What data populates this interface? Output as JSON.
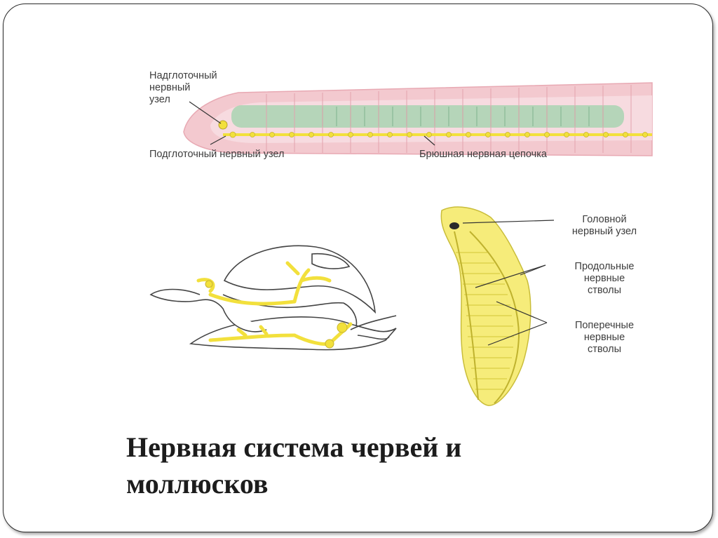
{
  "colors": {
    "frame": "#2b2b2b",
    "nerve": "#f2e03c",
    "worm_body": "#f3c9cf",
    "gut": "#a9d4b1",
    "label": "#3d3d3d",
    "title": "#1c1c1c"
  },
  "earthworm": {
    "label_supra_line1": "Надглоточный",
    "label_supra_line2": "нервный",
    "label_supra_line3": "узел",
    "label_sub": "Подглоточный нервный узел",
    "label_chain": "Брюшная нервная цепочка"
  },
  "planarian": {
    "label_head_line1": "Головной",
    "label_head_line2": "нервный узел",
    "label_long_line1": "Продольные",
    "label_long_line2": "нервные",
    "label_long_line3": "стволы",
    "label_trans_line1": "Поперечные",
    "label_trans_line2": "нервные",
    "label_trans_line3": "стволы"
  },
  "slide": {
    "title_line1": "Нервная система червей и",
    "title_line2": "моллюсков"
  }
}
